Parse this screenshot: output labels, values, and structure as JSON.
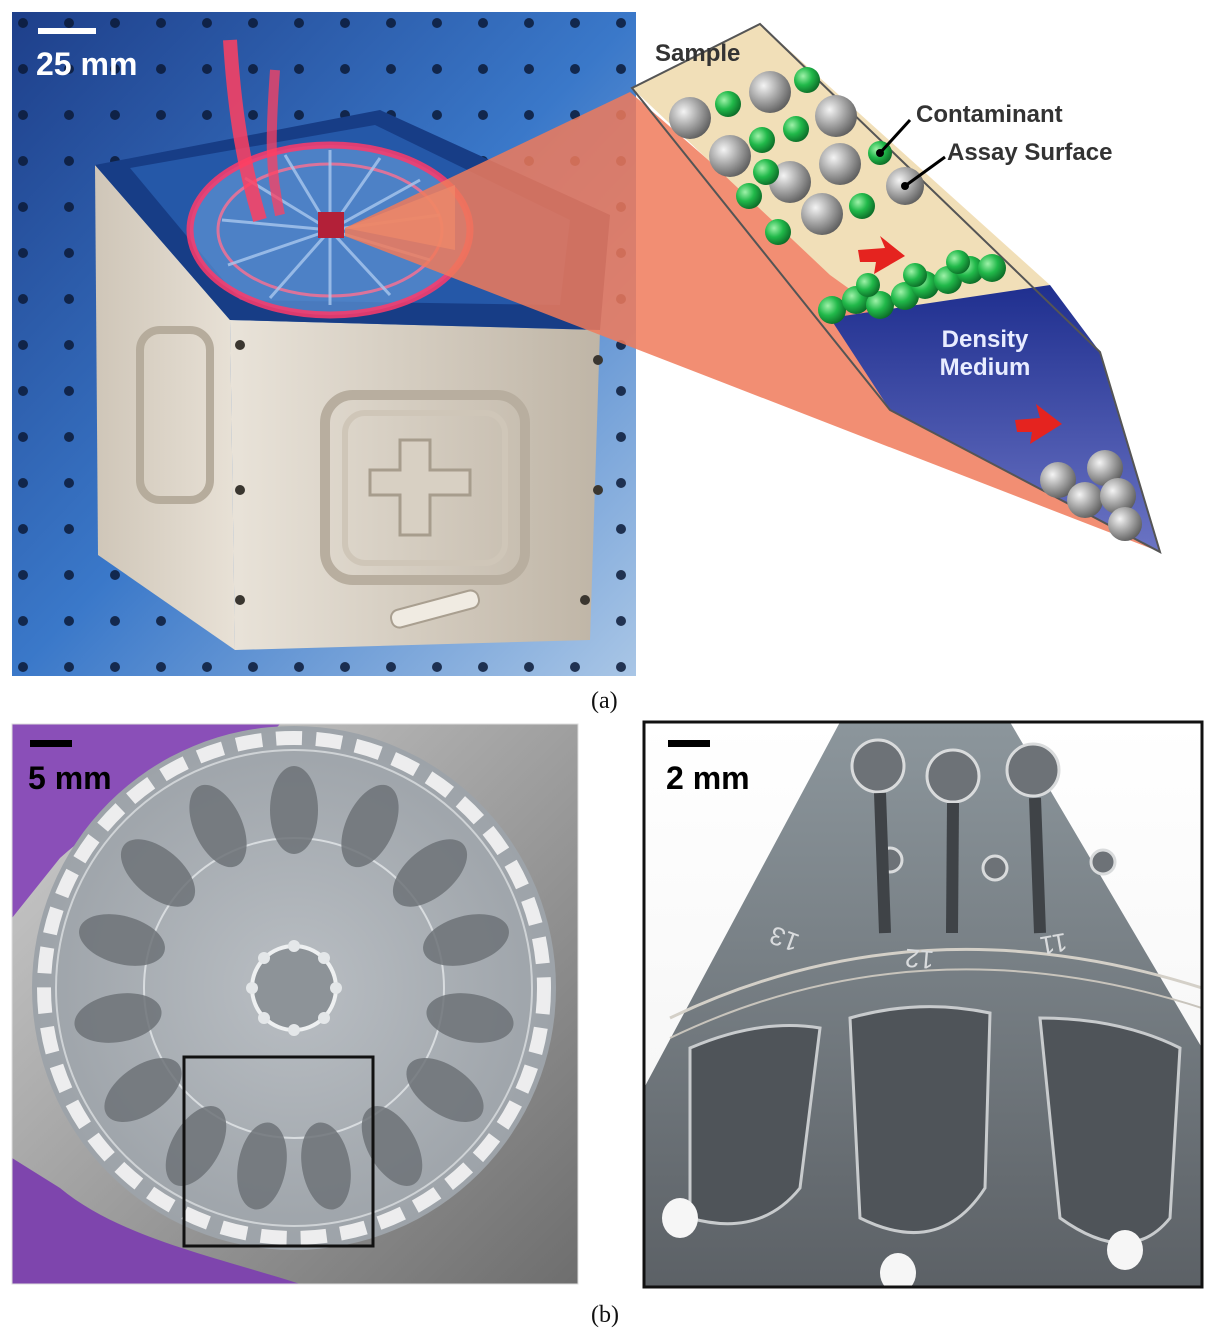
{
  "panel_a": {
    "scale_bar": "25 mm",
    "schematic": {
      "sample": "Sample",
      "contaminant": "Contaminant",
      "assay_surface": "Assay Surface",
      "density_medium_line1": "Density",
      "density_medium_line2": "Medium"
    },
    "caption": "(a)"
  },
  "panel_b": {
    "left_scale_bar": "5 mm",
    "right_scale_bar": "2 mm",
    "well_numbers": [
      "13",
      "12",
      "11"
    ],
    "caption": "(b)"
  },
  "colors": {
    "photo_blue": "#2a5fae",
    "laser_red": "#ff3050",
    "glove_purple": "#8a4fb8",
    "bead_green": "#1fb84a",
    "bead_gray": "#9a9a9a",
    "density_blue": "#2d3e9e",
    "sample_tan": "#f1dfb8",
    "projection_orange": "#f08060"
  }
}
